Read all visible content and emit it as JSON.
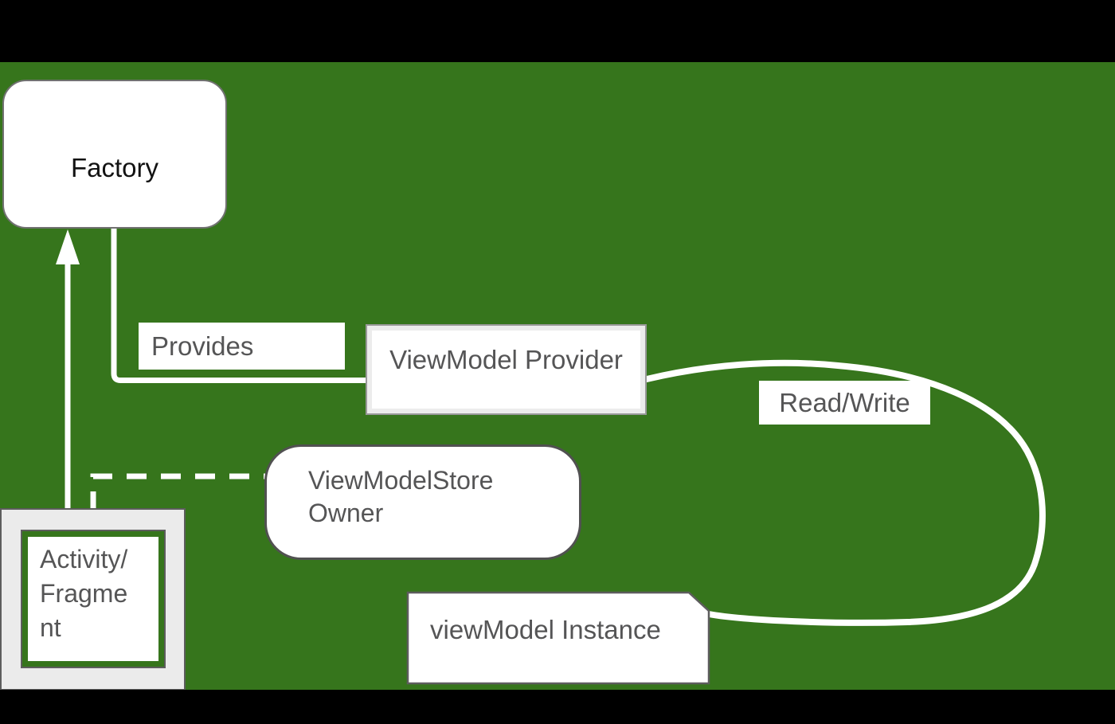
{
  "diagram": {
    "background_color": "#36751c",
    "letterbox_color": "#000000",
    "connector_color": "#ffffff",
    "nodes": {
      "factory": {
        "label": "Factory"
      },
      "viewmodel_provider": {
        "label": "ViewModel Provider"
      },
      "viewmodelstore_owner": {
        "label": "ViewModelStore\nOwner"
      },
      "viewmodel_instance": {
        "label": "viewModel Instance"
      },
      "activity_fragment": {
        "label": "Activity/\nFragme\nnt"
      }
    },
    "edge_labels": {
      "provides": "Provides",
      "read_write": "Read/Write"
    }
  }
}
